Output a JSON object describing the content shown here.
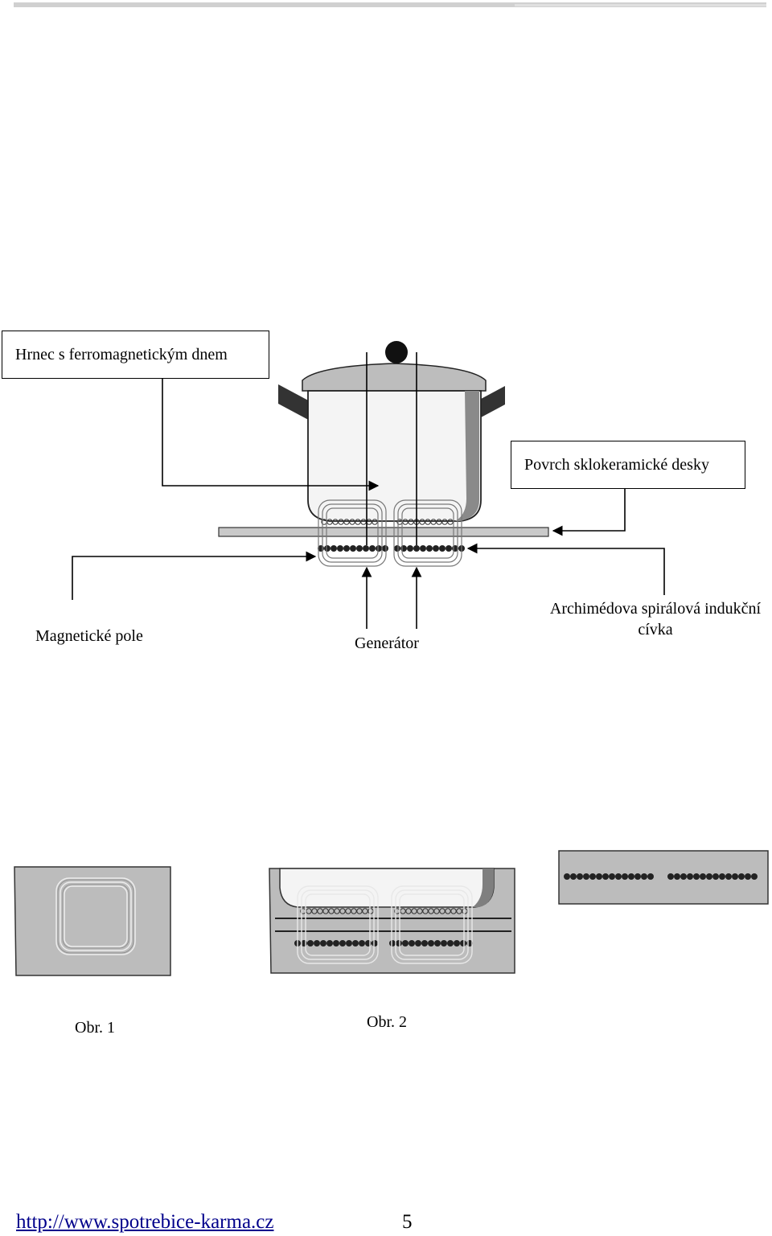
{
  "labels": {
    "pot": "Hrnec s ferromagnetickým dnem",
    "surface": "Povrch sklokeramické desky",
    "magnetic_field": "Magnetické pole",
    "generator": "Generátor",
    "coil": "Archimédova spirálová indukční cívka"
  },
  "figures": {
    "fig1": "Obr. 1",
    "fig2": "Obr. 2"
  },
  "footer": {
    "url": "http://www.spotrebice-karma.cz",
    "page": "5"
  }
}
